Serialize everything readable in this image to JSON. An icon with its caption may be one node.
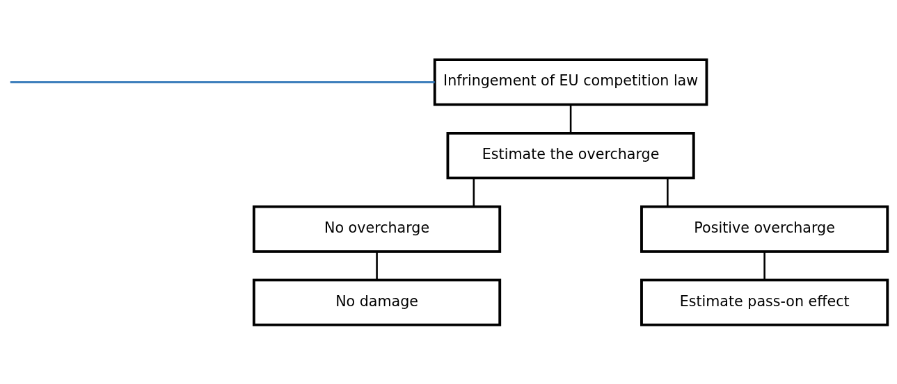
{
  "diagram": {
    "nodes": [
      {
        "text": [
          "Infringement of EU competition law"
        ]
      },
      {
        "text": [
          "Estimate the overcharge"
        ]
      },
      {
        "text": [
          "No overcharge"
        ]
      },
      {
        "text": [
          "Positive overcharge"
        ]
      },
      {
        "text": [
          "No damage"
        ]
      },
      {
        "text": [
          "Estimate pass-on effect"
        ]
      }
    ],
    "edges": [
      {
        "from": null,
        "to": 0,
        "arrow": "none",
        "color": "#2e75b6"
      },
      {
        "from": 0,
        "to": 1,
        "arrow": "none"
      },
      {
        "from": 1,
        "to": 2,
        "arrow": "none"
      },
      {
        "from": 1,
        "to": 3,
        "arrow": "none"
      },
      {
        "from": 2,
        "to": 4,
        "arrow": "none"
      },
      {
        "from": 3,
        "to": 5,
        "arrow": "none"
      }
    ]
  }
}
